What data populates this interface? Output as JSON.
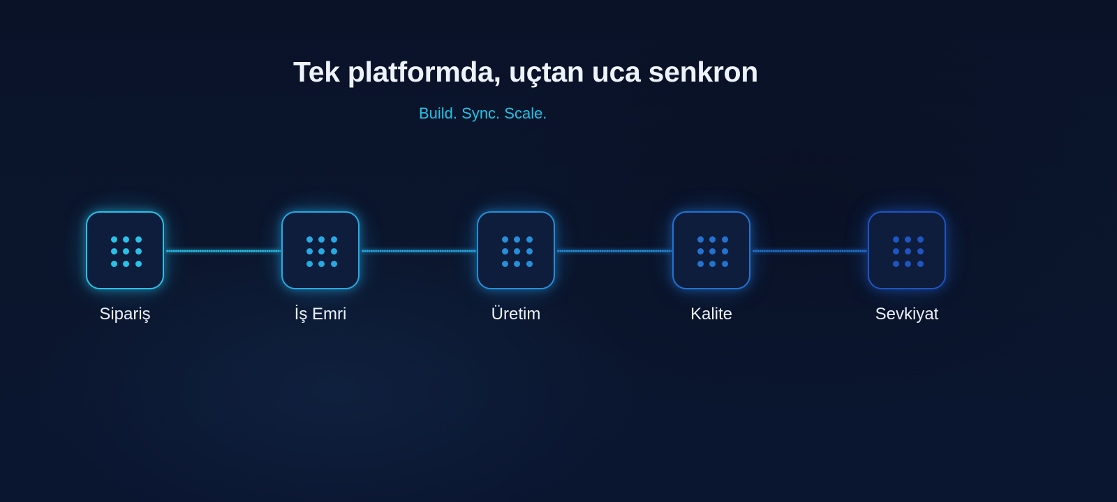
{
  "heading": "Tek platformda, uçtan uca senkron",
  "subheading": "Build. Sync. Scale.",
  "steps": [
    {
      "label": "Sipariş",
      "icon": "grid-dots-icon",
      "color": "#29c1e8"
    },
    {
      "label": "İş Emri",
      "icon": "grid-dots-icon",
      "color": "#27a9e3"
    },
    {
      "label": "Üretim",
      "icon": "grid-dots-icon",
      "color": "#258fda"
    },
    {
      "label": "Kalite",
      "icon": "grid-dots-icon",
      "color": "#2273d0"
    },
    {
      "label": "Sevkiyat",
      "icon": "grid-dots-icon",
      "color": "#1e55c3"
    }
  ]
}
